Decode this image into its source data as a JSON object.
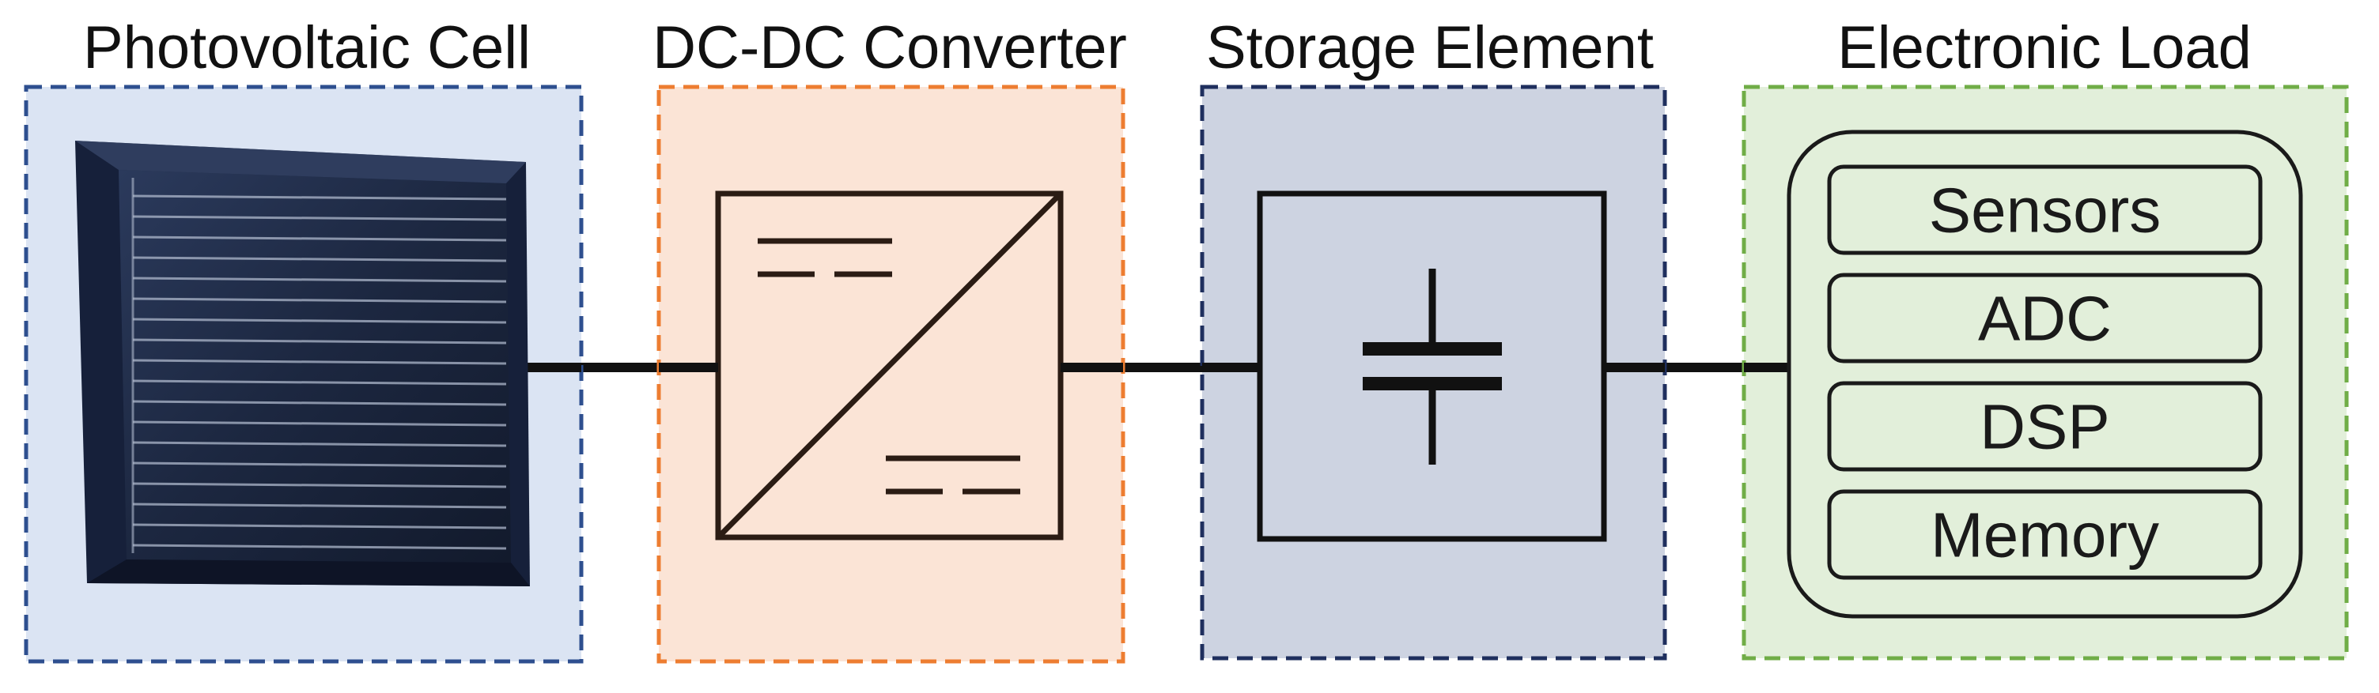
{
  "stages": {
    "pv": {
      "title": "Photovoltaic Cell"
    },
    "converter": {
      "title": "DC-DC Converter"
    },
    "storage": {
      "title": "Storage Element"
    },
    "load": {
      "title": "Electronic Load"
    }
  },
  "load_components": [
    "Sensors",
    "ADC",
    "DSP",
    "Memory"
  ],
  "colors": {
    "pv_fill": "#dbe4f3",
    "pv_border": "#2e4f8f",
    "converter_fill": "#fbe4d6",
    "converter_border": "#ed7d31",
    "storage_fill": "#cdd3e1",
    "storage_border": "#1f2f5e",
    "load_fill": "#e2efda",
    "load_border": "#70ad47",
    "wire": "#111111",
    "symbol": "#2b1c14"
  },
  "icons": {
    "pv": "solar-panel-icon",
    "converter": "dc-dc-converter-icon",
    "storage": "capacitor-icon"
  }
}
